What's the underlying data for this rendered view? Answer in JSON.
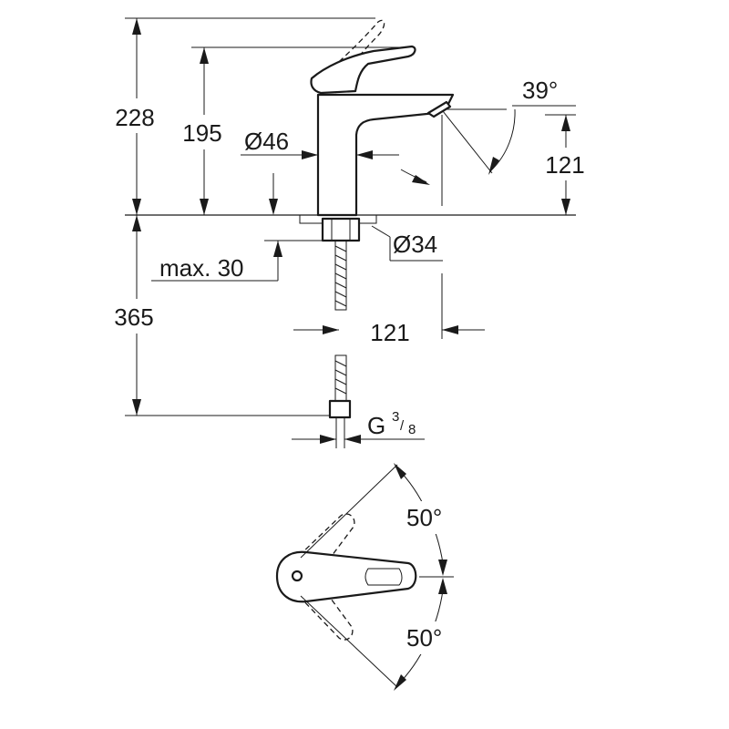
{
  "diagram": {
    "side_view": {
      "total_height": "228",
      "handle_height": "195",
      "body_diameter": "Ø46",
      "spout_height": "121",
      "spout_angle": "39°",
      "base_diameter": "Ø34",
      "max_thickness": "max. 30",
      "hose_length": "365",
      "spout_reach": "121",
      "thread_main": "G",
      "thread_num": "3",
      "thread_den": "8"
    },
    "top_view": {
      "rotation_left": "50°",
      "rotation_right": "50°"
    }
  }
}
